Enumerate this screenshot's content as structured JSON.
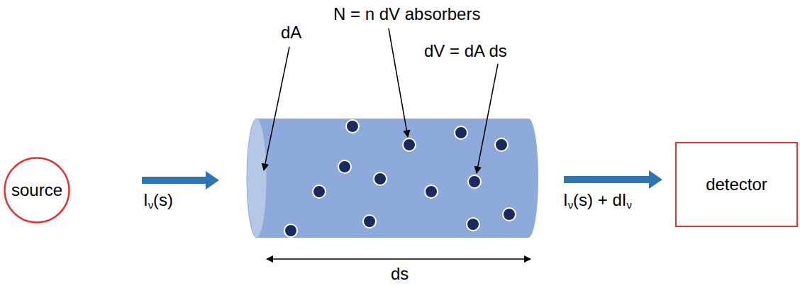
{
  "diagram": {
    "nodes": [
      {
        "text": [
          "source"
        ]
      },
      {
        "text": [
          "detector"
        ]
      }
    ],
    "labels": [
      "N = n dV absorbers",
      "dA",
      "dV = dA ds",
      "Iν(s)",
      "Iν(s) + dIν",
      "ds"
    ]
  }
}
